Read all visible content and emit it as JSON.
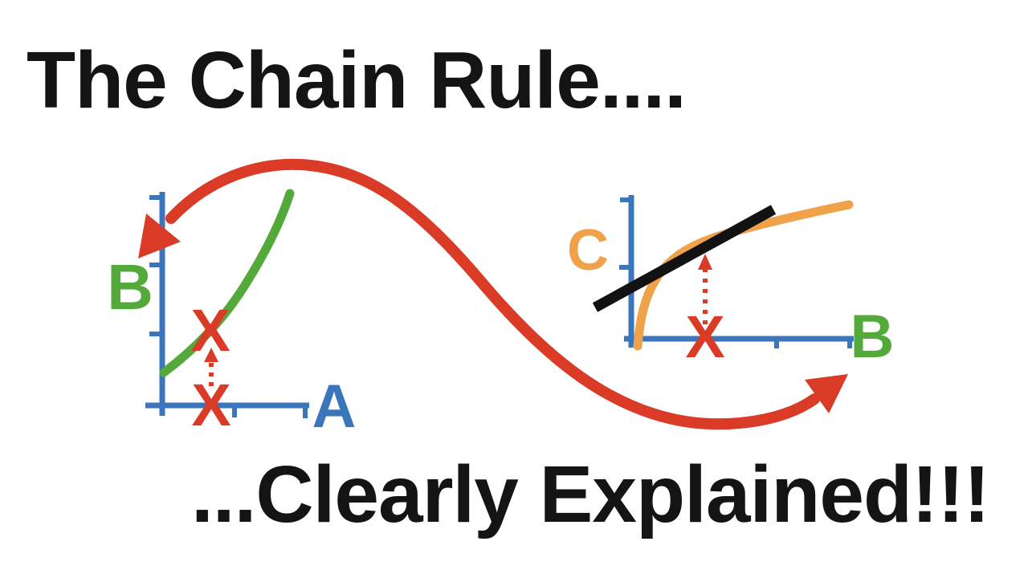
{
  "title": {
    "text": "The Chain Rule...."
  },
  "subtitle": {
    "text": "...Clearly Explained!!!"
  },
  "colors": {
    "red": "#d93b27",
    "green": "#53a93a",
    "blue": "#3b76bc",
    "orange": "#f0a24a",
    "black": "#121212"
  },
  "left_graph": {
    "y_label": "B",
    "x_label": "A",
    "mark_on_curve": "X",
    "mark_on_axis": "X"
  },
  "right_graph": {
    "y_label": "C",
    "x_label": "B",
    "mark_on_axis": "X"
  }
}
